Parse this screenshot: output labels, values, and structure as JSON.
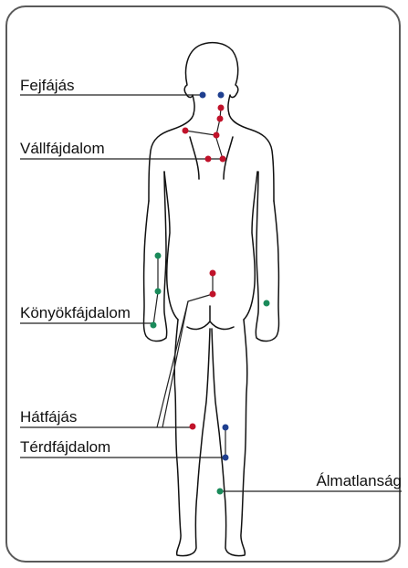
{
  "labels": {
    "headache": "Fejfájás",
    "shoulder": "Vállfájdalom",
    "elbow": "Könyökfájdalom",
    "back": "Hátfájás",
    "knee": "Térdfájdalom",
    "insomnia": "Álmatlanság"
  },
  "colors": {
    "headache": "#1f3f8f",
    "shoulder": "#c0122a",
    "elbow": "#1a8a5a",
    "back": "#c0122a",
    "knee": "#1f3f8f",
    "insomnia": "#1a8a5a",
    "outline": "#111111",
    "frame": "#5a5a5a"
  }
}
